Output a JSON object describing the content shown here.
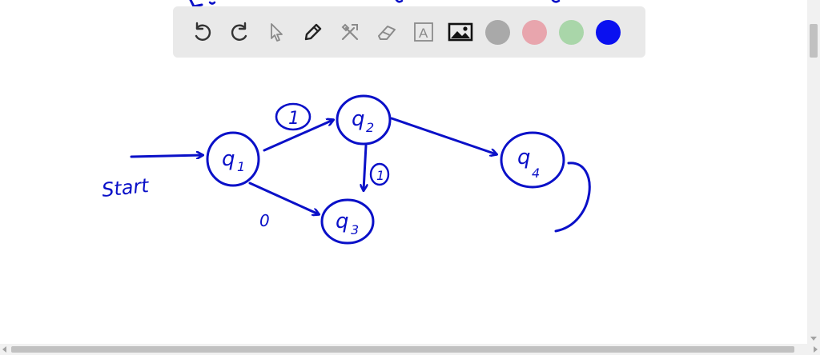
{
  "ink_color": "#0a10c8",
  "toolbar": {
    "tools": [
      {
        "name": "undo-icon"
      },
      {
        "name": "redo-icon"
      },
      {
        "name": "select-arrow-icon"
      },
      {
        "name": "pen-icon"
      },
      {
        "name": "tools-icon"
      },
      {
        "name": "eraser-icon"
      },
      {
        "name": "text-box-icon",
        "glyph": "A"
      },
      {
        "name": "image-icon"
      }
    ],
    "colors": [
      "#a9a9a9",
      "#e8a5ad",
      "#a9d6a9",
      "#0a10f0"
    ]
  },
  "diagram": {
    "start_label": "Start",
    "states": [
      {
        "id": "q1",
        "letter": "q",
        "subscript": "1"
      },
      {
        "id": "q2",
        "letter": "q",
        "subscript": "2"
      },
      {
        "id": "q3",
        "letter": "q",
        "subscript": "3"
      },
      {
        "id": "q4",
        "letter": "q",
        "subscript": "4"
      }
    ],
    "edge_labels": {
      "q1_q2": "1",
      "q2_q3": "1",
      "q1_q3": "0"
    }
  }
}
